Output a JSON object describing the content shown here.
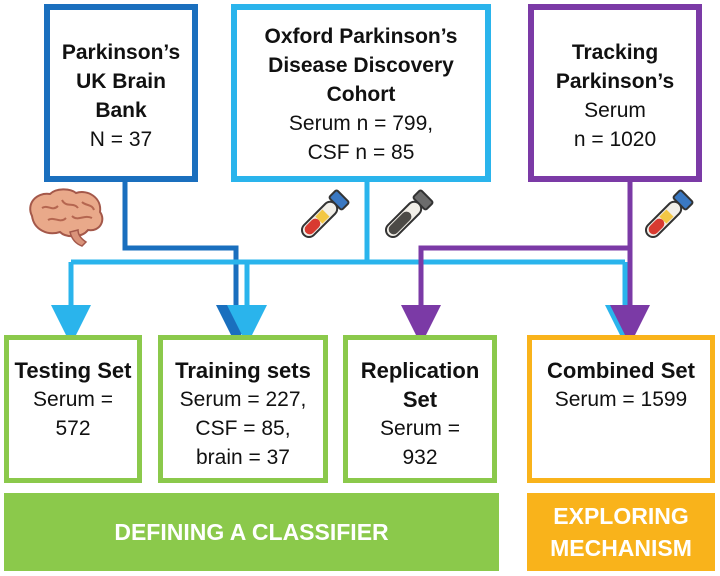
{
  "sources": [
    {
      "title_lines": [
        "Parkinson’s",
        "UK Brain",
        "Bank"
      ],
      "detail_lines": [
        "N = 37"
      ],
      "color": "#1a6fbe"
    },
    {
      "title_lines": [
        "Oxford Parkinson’s",
        "Disease Discovery",
        "Cohort"
      ],
      "detail_lines": [
        "Serum n = 799,",
        "CSF n = 85"
      ],
      "color": "#2ab4ec"
    },
    {
      "title_lines": [
        "Tracking",
        "Parkinson’s"
      ],
      "detail_lines": [
        "Serum",
        "n = 1020"
      ],
      "color": "#7b3aa6"
    }
  ],
  "sets": [
    {
      "title_lines": [
        "Testing Set"
      ],
      "detail_lines": [
        "Serum =",
        "572"
      ]
    },
    {
      "title_lines": [
        "Training sets"
      ],
      "detail_lines": [
        "Serum = 227,",
        "CSF = 85,",
        "brain = 37"
      ]
    },
    {
      "title_lines": [
        "Replication",
        "Set"
      ],
      "detail_lines": [
        "Serum =",
        "932"
      ]
    },
    {
      "title_lines": [
        "Combined Set"
      ],
      "detail_lines": [
        "Serum = 1599"
      ]
    }
  ],
  "banners": {
    "classifier": "DEFINING A CLASSIFIER",
    "mechanism_lines": [
      "EXPLORING",
      "MECHANISM"
    ]
  },
  "colors": {
    "brain_bank": "#1a6fbe",
    "oxford": "#2ab4ec",
    "tracking": "#7b3aa6",
    "green": "#8bc94b",
    "orange": "#f9b31b"
  },
  "icons": [
    "brain-icon",
    "serum-tube-icon",
    "csf-tube-icon",
    "serum-tube-icon"
  ]
}
